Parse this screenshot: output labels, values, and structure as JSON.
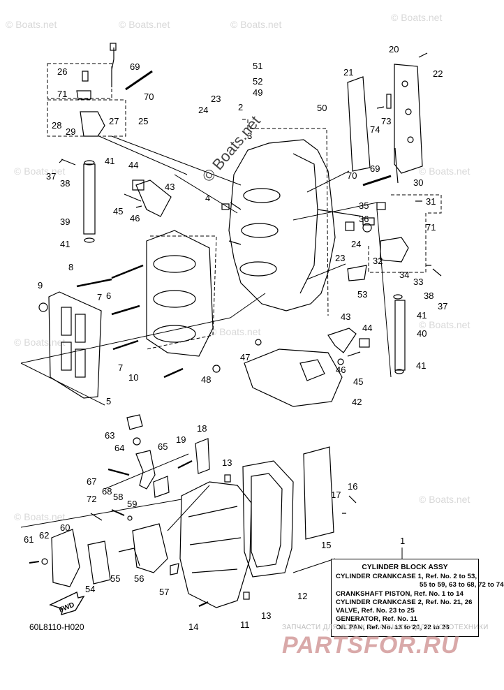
{
  "watermark": {
    "brand": "© Boats.net",
    "small": "© Boats.net"
  },
  "footer": {
    "diagram_code": "60L8110-H020",
    "shop_tagline": "ЗАПЧАСТИ ДЛЯ ЛОДОК И ЗАПЧАСТИ ДЛЯ МОТОТЕХНИКИ",
    "shop_logo": "PARTSFOR.RU",
    "fwd": "FWD"
  },
  "legend": {
    "ref_number": "1",
    "title": "CYLINDER BLOCK ASSY",
    "lines": [
      "CYLINDER CRANKCASE 1,  Ref. No. 2 to 53,",
      "55 to 59, 63 to 68, 72 to 74",
      "CRANKSHAFT PISTON,  Ref. No. 1 to 14",
      "CYLINDER CRANKCASE 2,  Ref. No. 21, 26",
      "VALVE,  Ref. No. 23 to 25",
      "GENERATOR,  Ref. No. 11",
      "OIL PAN,  Ref. No. 13 to 20,  22 to 26"
    ]
  },
  "callouts": [
    "26",
    "69",
    "70",
    "71",
    "28",
    "29",
    "27",
    "25",
    "37",
    "38",
    "41",
    "39",
    "41",
    "44",
    "43",
    "45",
    "46",
    "4",
    "51",
    "52",
    "49",
    "50",
    "23",
    "24",
    "2",
    "3",
    "20",
    "22",
    "21",
    "74",
    "73",
    "69",
    "70",
    "30",
    "35",
    "31",
    "36",
    "71",
    "24",
    "23",
    "32",
    "34",
    "33",
    "38",
    "37",
    "53",
    "41",
    "40",
    "8",
    "9",
    "6",
    "7",
    "7",
    "10",
    "5",
    "48",
    "47",
    "43",
    "44",
    "46",
    "45",
    "41",
    "42",
    "63",
    "64",
    "65",
    "18",
    "19",
    "13",
    "67",
    "68",
    "58",
    "59",
    "72",
    "60",
    "61",
    "62",
    "55",
    "56",
    "54",
    "57",
    "17",
    "16",
    "15",
    "12",
    "11",
    "13",
    "14"
  ]
}
